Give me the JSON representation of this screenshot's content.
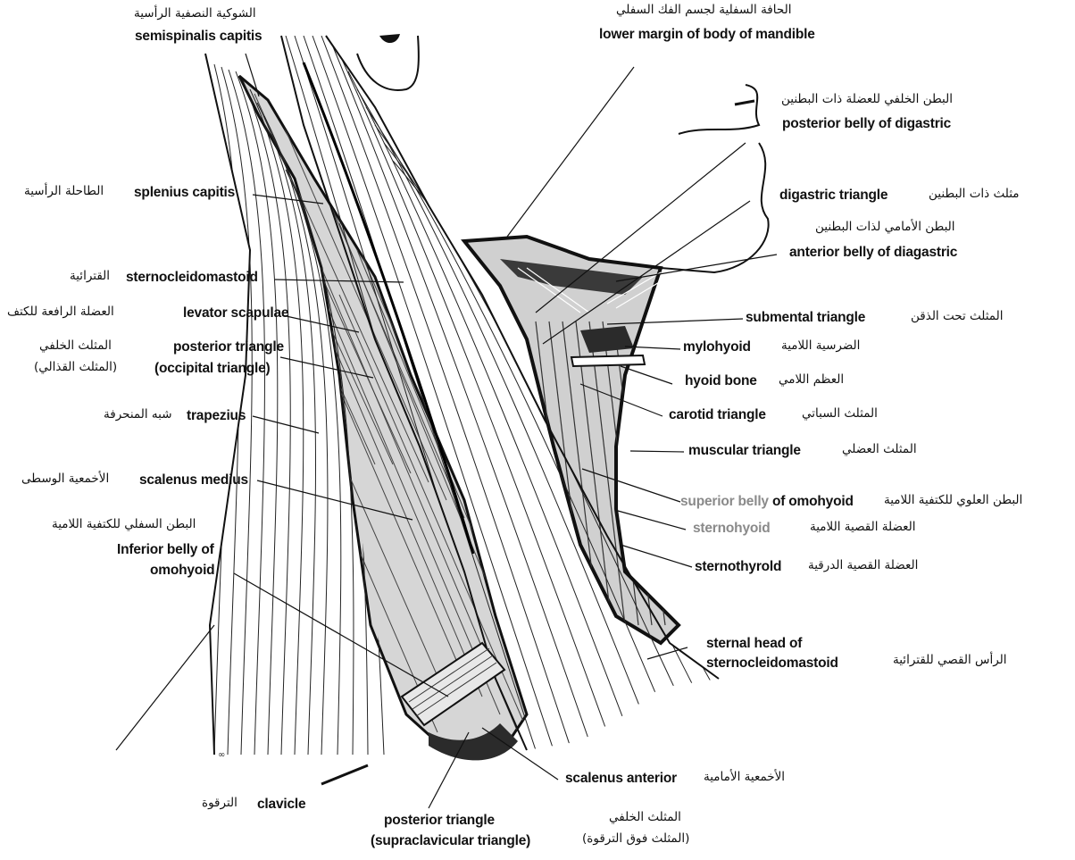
{
  "labels": {
    "semispinalis_capitis": {
      "ar": "الشوكية النصفية الرأسية",
      "en": "semispinalis capitis"
    },
    "lower_margin_mandible": {
      "ar": "الحافة السفلية لجسم الفك السفلي",
      "en": "lower margin of body of mandible"
    },
    "posterior_belly_digastric": {
      "ar": "البطن الخلفي للعضلة ذات البطنين",
      "en": "posterior belly of digastric"
    },
    "splenius_capitis": {
      "ar": "الطاحلة الرأسية",
      "en": "splenius capitis"
    },
    "digastric_triangle": {
      "ar": "مثلث ذات البطنين",
      "en": "digastric triangle"
    },
    "anterior_belly_digastric": {
      "ar": "البطن الأمامي لذات البطنين",
      "en": "anterior belly of diagastric"
    },
    "sternocleidomastoid": {
      "ar": "القترائية",
      "en": "sternocleidomastoid"
    },
    "levator_scapulae": {
      "ar": "العضلة الرافعة للكتف",
      "en": "levator scapulae"
    },
    "submental_triangle": {
      "ar": "المثلث تحت الذقن",
      "en": "submental triangle"
    },
    "posterior_triangle_occipital": {
      "ar1": "المثلث الخلفي",
      "ar2": "(المثلث القذالي)",
      "en1": "posterior triangle",
      "en2": "(occipital triangle)"
    },
    "mylohyoid": {
      "ar": "الضرسية اللامية",
      "en": "mylohyoid"
    },
    "hyoid_bone": {
      "ar": "العظم اللامي",
      "en": "hyoid bone"
    },
    "trapezius": {
      "ar": "شبه المنحرفة",
      "en": "trapezius"
    },
    "carotid_triangle": {
      "ar": "المثلث السباتي",
      "en": "carotid triangle"
    },
    "muscular_triangle": {
      "ar": "المثلث العضلي",
      "en": "muscular triangle"
    },
    "scalenus_medius": {
      "ar": "الأخمعية الوسطى",
      "en": "scalenus medius"
    },
    "superior_belly_omohyoid": {
      "ar": "البطن العلوي للكتفية اللامية",
      "en_gray": "superior belly",
      "en": " of omohyoid"
    },
    "inferior_belly_omohyoid": {
      "ar": "البطن السفلي للكتفية اللامية",
      "en1": "Inferior belly of",
      "en2": "omohyoid"
    },
    "sternohyoid": {
      "ar": "العضلة القصية اللامية",
      "en": "sternohyoid"
    },
    "sternothyroid": {
      "ar": "العضلة القصية الدرقية",
      "en": "sternothyrold"
    },
    "sternal_head": {
      "ar": "الرأس القصي للقترائية",
      "en1": "sternal head of",
      "en2": "sternocleidomastoid"
    },
    "scalenus_anterior": {
      "ar": "الأخمعية الأمامية",
      "en": "scalenus anterior"
    },
    "clavicle": {
      "ar": "الترقوة",
      "en": "clavicle"
    },
    "posterior_triangle_supraclavicular": {
      "en1": "posterior triangle",
      "en2": "(supraclavicular triangle)",
      "ar1": "المثلث الخلفي",
      "ar2": "(المثلث فوق الترقوة)"
    }
  },
  "colors": {
    "ink": "#111111",
    "shade": "#d9d9d9",
    "dark": "#2b2b2b",
    "gray_text": "#8a8a8a"
  }
}
